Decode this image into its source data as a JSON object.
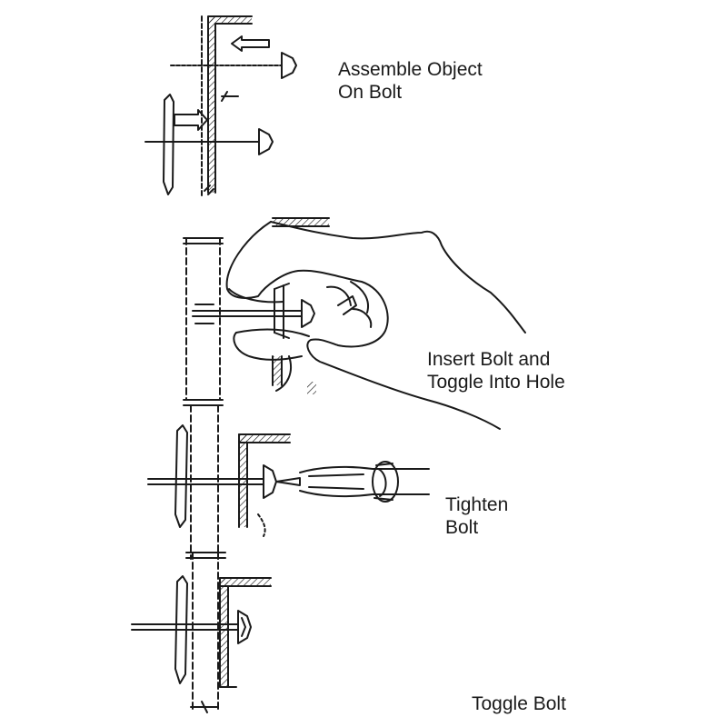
{
  "steps": [
    {
      "lines": [
        "Assemble Object",
        "On Bolt"
      ]
    },
    {
      "lines": [
        "Insert Bolt and",
        "Toggle Into Hole"
      ]
    },
    {
      "lines": [
        "Tighten",
        "Bolt"
      ]
    }
  ],
  "caption": "Toggle Bolt",
  "colors": {
    "ink": "#1a1a1a",
    "background": "#ffffff"
  }
}
